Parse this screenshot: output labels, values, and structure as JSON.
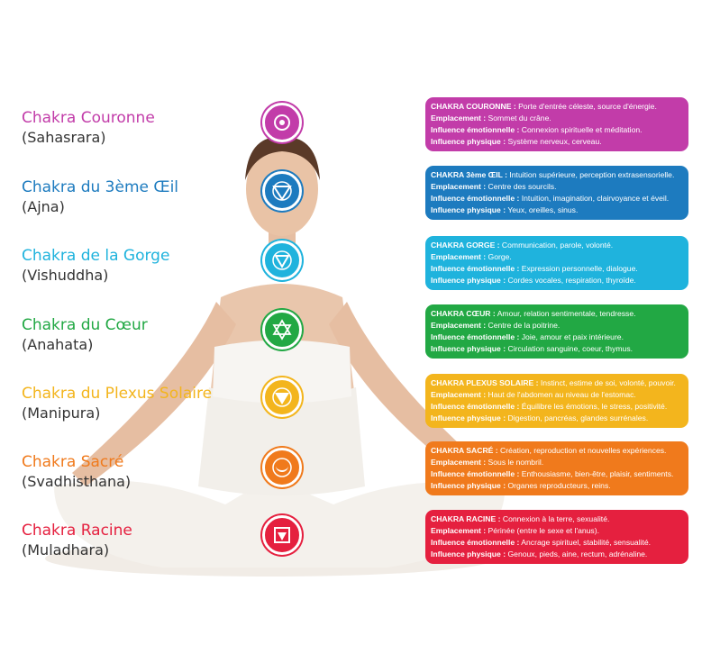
{
  "chakras": [
    {
      "name": "Chakra Couronne",
      "sanskrit": "(Sahasrara)",
      "color": "#c23ca9",
      "box_title": "CHAKRA COURONNE :",
      "box_desc": " Porte d'entrée céleste, source d'énergie.",
      "location": " Sommet du crâne.",
      "emotional": " Connexion spirituelle et méditation.",
      "physical": " Système nerveux, cerveau.",
      "icon": "lotus-icon"
    },
    {
      "name": "Chakra du 3ème Œil",
      "sanskrit": "(Ajna)",
      "color": "#1d7bbf",
      "box_title": "CHAKRA 3ème ŒIL :",
      "box_desc": " Intuition supérieure, perception extrasensorielle.",
      "location": " Centre des sourcils.",
      "emotional": " Intuition, imagination, clairvoyance et éveil.",
      "physical": " Yeux, oreilles, sinus.",
      "icon": "eye-triangle-icon"
    },
    {
      "name": "Chakra de la Gorge",
      "sanskrit": "(Vishuddha)",
      "color": "#1fb3dd",
      "box_title": "CHAKRA GORGE :",
      "box_desc": " Communication, parole, volonté.",
      "location": " Gorge.",
      "emotional": " Expression personnelle, dialogue.",
      "physical": " Cordes vocales, respiration, thyroïde.",
      "icon": "triangle-circle-icon"
    },
    {
      "name": "Chakra du Cœur",
      "sanskrit": "(Anahata)",
      "color": "#22a844",
      "box_title": "CHAKRA CŒUR :",
      "box_desc": " Amour, relation sentimentale, tendresse.",
      "location": " Centre de la poitrine.",
      "emotional": " Joie, amour et paix intérieure.",
      "physical": " Circulation sanguine, coeur, thymus.",
      "icon": "star-of-david-icon"
    },
    {
      "name": "Chakra du Plexus Solaire",
      "sanskrit": "(Manipura)",
      "color": "#f3b51d",
      "box_title": "CHAKRA PLEXUS SOLAIRE :",
      "box_desc": " Instinct, estime de soi, volonté, pouvoir.",
      "location": " Haut de l'abdomen au niveau de l'estomac.",
      "emotional": " Équilibre les émotions, le stress, positivité.",
      "physical": " Digestion, pancréas, glandes surrénales.",
      "icon": "down-triangle-icon"
    },
    {
      "name": "Chakra Sacré",
      "sanskrit": "(Svadhisthana)",
      "color": "#f07a1c",
      "box_title": "CHAKRA SACRÉ :",
      "box_desc": " Création, reproduction et nouvelles expériences.",
      "location": " Sous le nombril.",
      "emotional": " Enthousiasme, bien-être, plaisir, sentiments.",
      "physical": " Organes reproducteurs, reins.",
      "icon": "crescent-icon"
    },
    {
      "name": "Chakra Racine",
      "sanskrit": "(Muladhara)",
      "color": "#e5203f",
      "box_title": "CHAKRA RACINE :",
      "box_desc": " Connexion à la terre, sexualité.",
      "location": " Périnée (entre le sexe et l'anus).",
      "emotional": " Ancrage spirituel, stabilité, sensualité.",
      "physical": " Genoux, pieds, aine, rectum, adrénaline.",
      "icon": "square-icon"
    }
  ],
  "labels": {
    "location": "Emplacement :",
    "emotional": "Influence émotionnelle :",
    "physical": "Influence physique :"
  }
}
